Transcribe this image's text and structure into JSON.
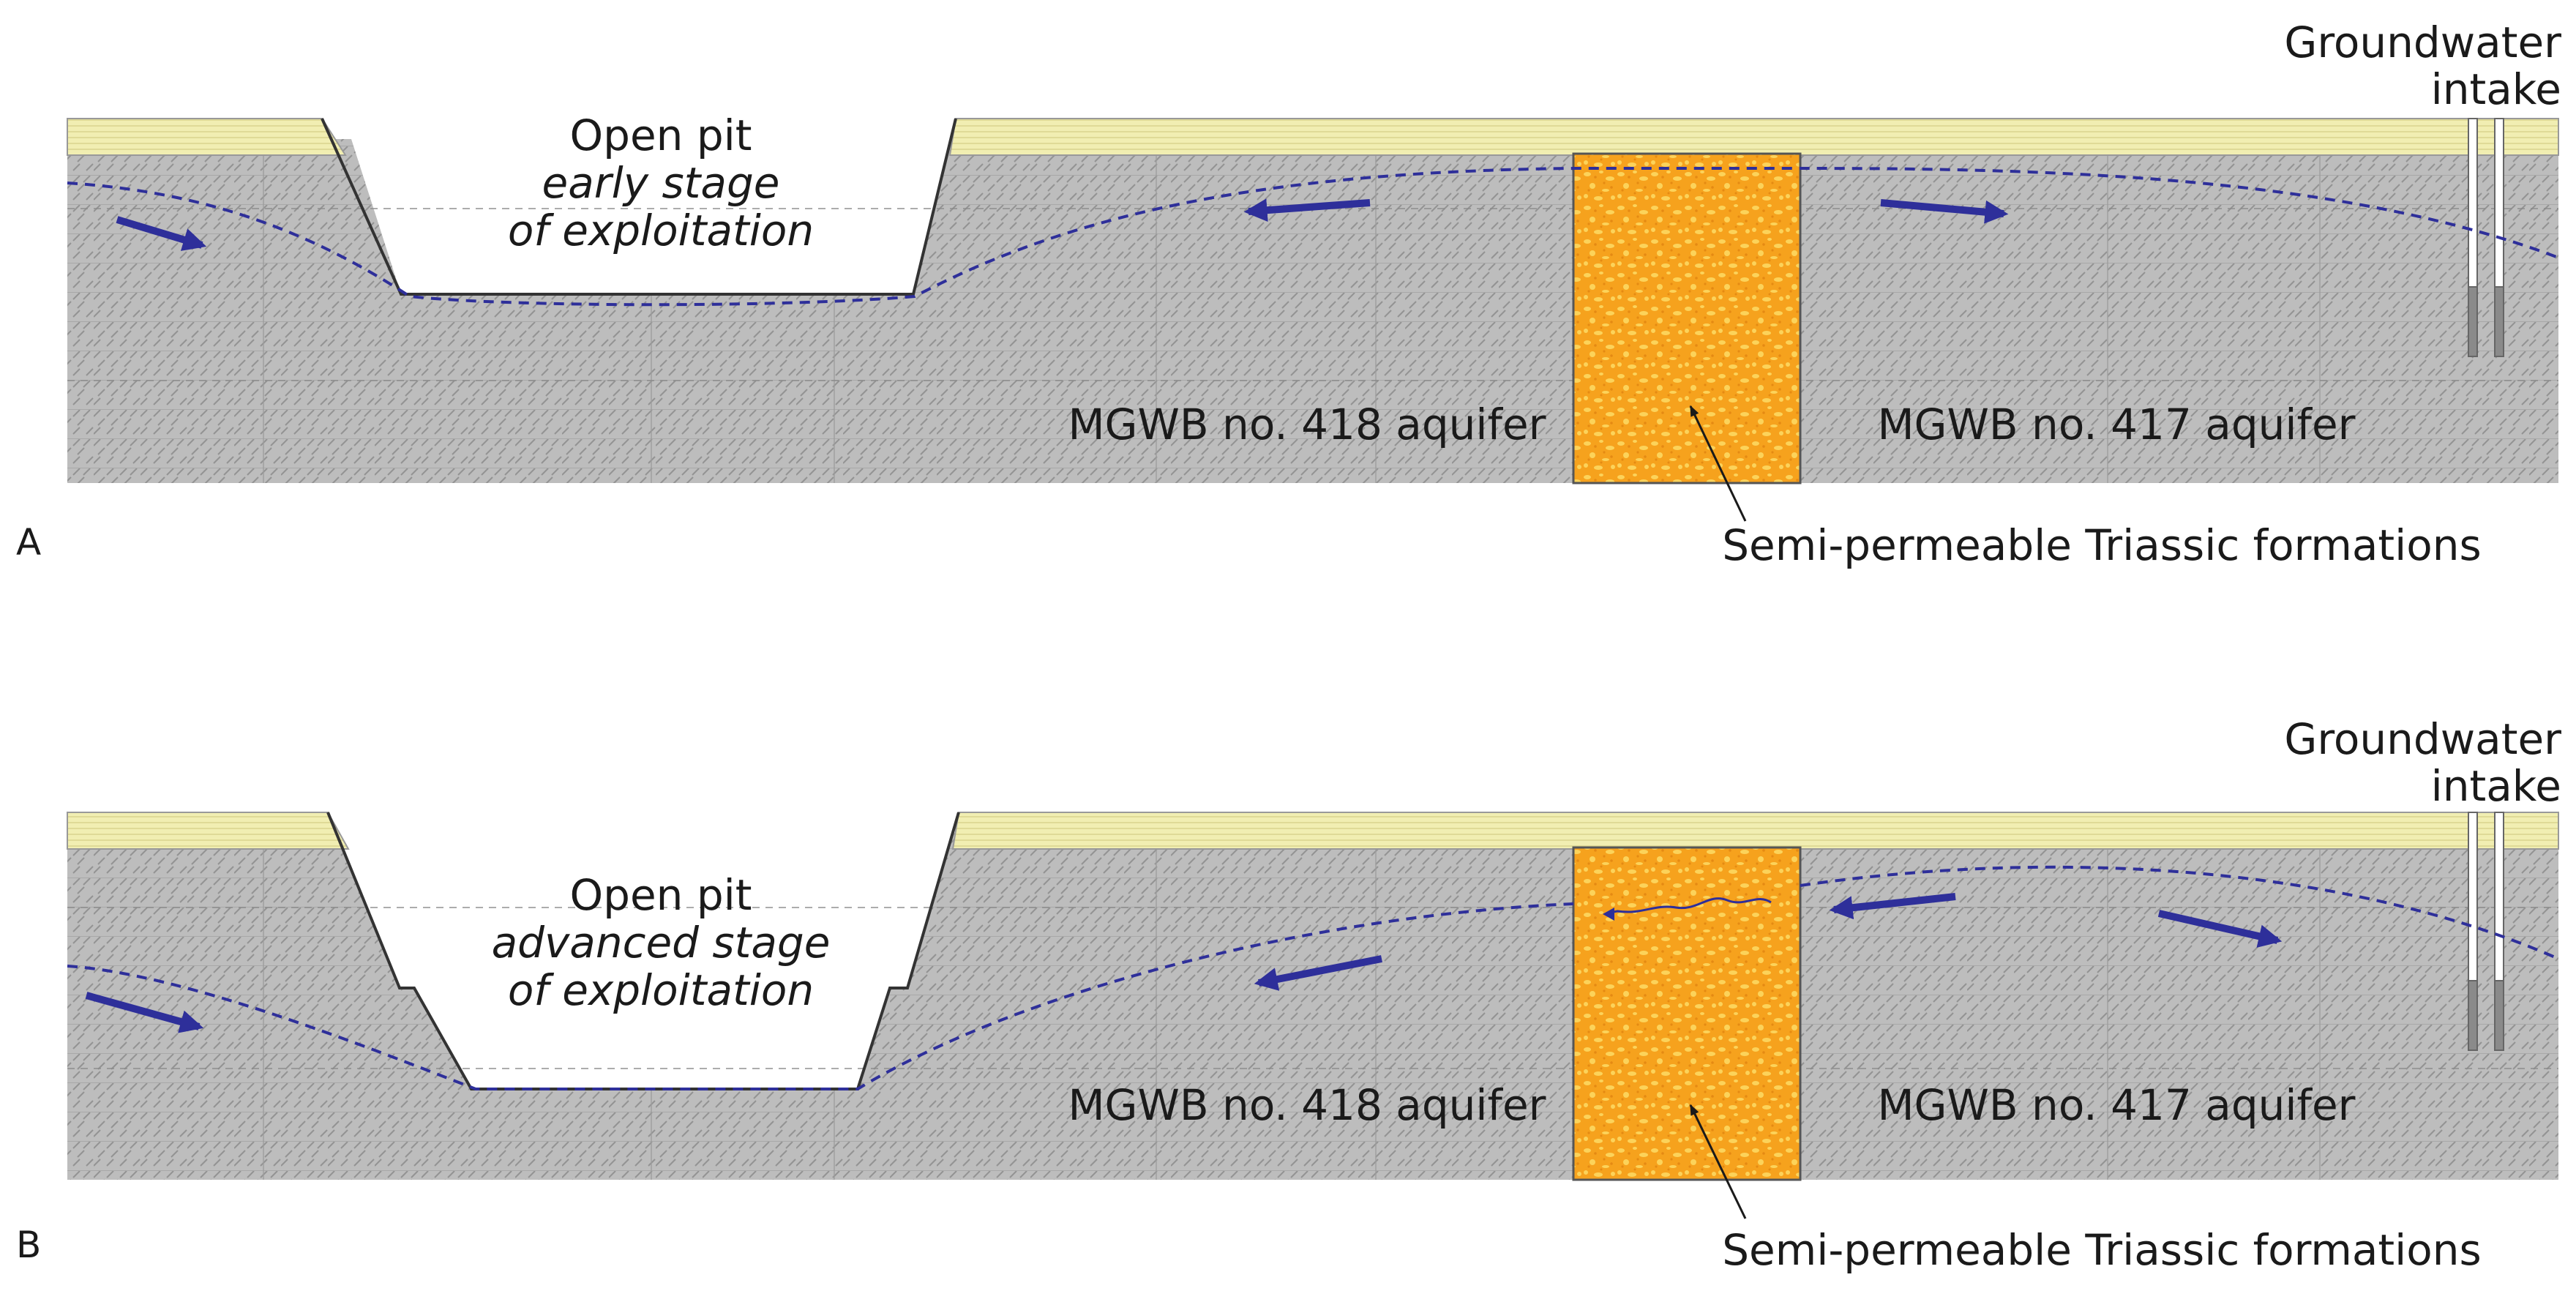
{
  "panels": [
    {
      "panel_label": "A",
      "pit_title": "Open pit",
      "pit_stage_line1": "early stage",
      "pit_stage_line2": "of exploitation",
      "aquifer_left": "MGWB no. 418 aquifer",
      "aquifer_right": "MGWB no. 417 aquifer",
      "barrier_label": "Semi-permeable Triassic formations",
      "intake_line1": "Groundwater",
      "intake_line2": "intake"
    },
    {
      "panel_label": "B",
      "pit_title": "Open pit",
      "pit_stage_line1": "advanced stage",
      "pit_stage_line2": "of exploitation",
      "aquifer_left": "MGWB no. 418 aquifer",
      "aquifer_right": "MGWB no. 417 aquifer",
      "barrier_label": "Semi-permeable Triassic formations",
      "intake_line1": "Groundwater",
      "intake_line2": "intake"
    }
  ],
  "colors": {
    "rock": "#bdbdbd",
    "rock_hatch": "#8f8f8f",
    "topsoil": "#f1eeb2",
    "topsoil_stripe": "#c9c27a",
    "triassic": "#f6a21d",
    "triassic_speckle": "#fcd35a",
    "water_table": "#2e2f9a",
    "flow_arrow": "#2e2f9a",
    "pit_edge": "#333333"
  },
  "icons": {
    "flow": "arrow-icon",
    "well": "well-icon"
  }
}
